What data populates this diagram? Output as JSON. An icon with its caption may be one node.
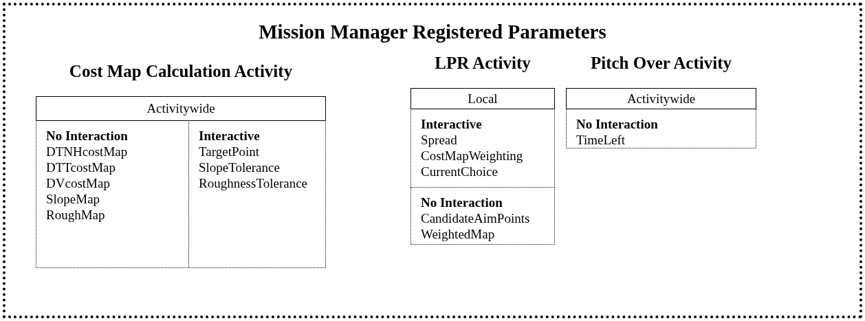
{
  "diagram": {
    "nodes": [
      {
        "text": [
          "Mission Manager Registered Parameters"
        ]
      },
      {
        "text": [
          "Cost Map Calculation Activity",
          "Activitywide"
        ],
        "in": 0
      },
      {
        "text": [
          "No Interaction",
          "DTNHcostMap",
          "DTTcostMap",
          "DVcostMap",
          "SlopeMap",
          "RoughMap"
        ],
        "in": 0
      },
      {
        "text": [
          "Interactive",
          "TargetPoint",
          "SlopeTolerance",
          "RoughnessTolerance"
        ],
        "in": 0
      },
      {
        "text": [
          "LPR Activity",
          "Local"
        ],
        "in": 0
      },
      {
        "text": [
          "Interactive",
          "Spread",
          "CostMapWeighting",
          "CurrentChoice"
        ],
        "in": 0
      },
      {
        "text": [
          "No Interaction",
          "CandidateAimPoints",
          "WeightedMap"
        ],
        "in": 0
      },
      {
        "text": [
          "Pitch Over Activity",
          "Activitywide"
        ],
        "in": 0
      },
      {
        "text": [
          "No Interaction",
          "TimeLeft"
        ],
        "in": 0
      }
    ]
  }
}
